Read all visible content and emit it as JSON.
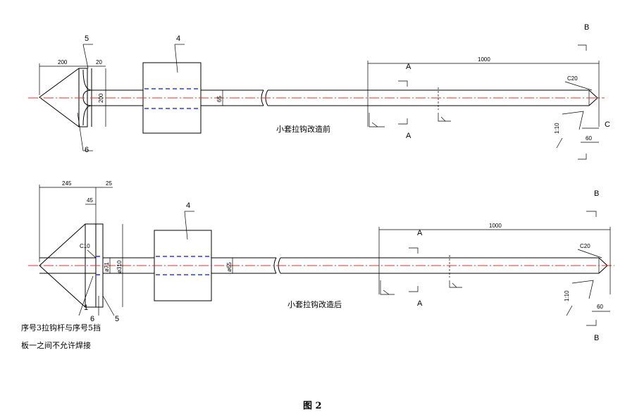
{
  "top": {
    "balloon_5": "5",
    "balloon_6": "6",
    "balloon_4": "4",
    "dim_200_len": "200",
    "dim_20": "20",
    "dim_200_dia": "200",
    "dim_65": "65",
    "dim_1000": "1000",
    "chamfer": "C20",
    "slope": "1:10",
    "dim_60": "60",
    "section_a_top": "A",
    "section_a_bottom": "A",
    "section_b": "B",
    "section_c": "C",
    "caption": "小套拉钩改造前"
  },
  "bottom": {
    "balloon_4": "4",
    "balloon_1": "1",
    "balloon_6": "6",
    "balloon_5": "5",
    "dim_245": "245",
    "dim_25": "25",
    "dim_45": "45",
    "chamfer_c10": "C10",
    "dim_71": "ø71",
    "dim_310": "ø310",
    "dim_65": "ø65",
    "dim_1000": "1000",
    "chamfer": "C20",
    "slope": "1:10",
    "dim_60": "60",
    "section_a_top": "A",
    "section_a_bottom": "A",
    "section_b_top": "B",
    "section_b_bottom": "B",
    "caption": "小套拉钩改造后",
    "note_line1": "序号3拉钩杆与序号5挡",
    "note_line2": "板一之间不允许焊接"
  },
  "figure_label": "图 2"
}
